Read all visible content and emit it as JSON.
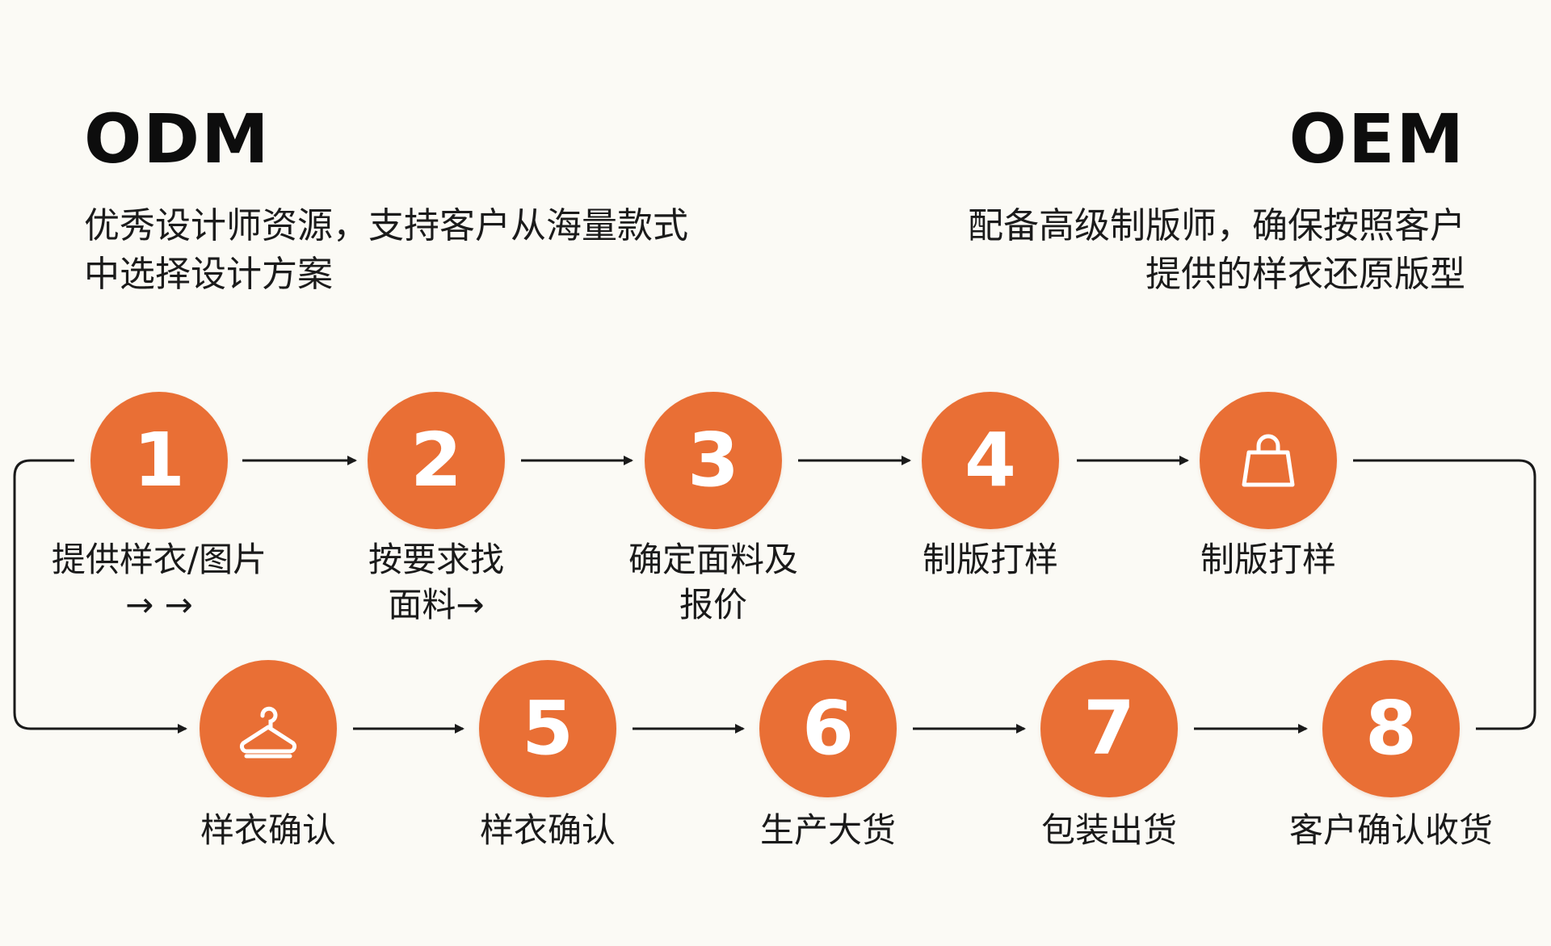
{
  "odm": {
    "title": "ODM",
    "desc_line1": "优秀设计师资源，支持客户从海量款式",
    "desc_line2": "中选择设计方案"
  },
  "oem": {
    "title": "OEM",
    "desc_line1": "配备高级制版师，确保按照客户",
    "desc_line2": "提供的样衣还原版型"
  },
  "colors": {
    "node_fill": "#e96f35",
    "node_text": "#ffffff",
    "line": "#1a1a1a"
  },
  "top_row": [
    {
      "badge": "1",
      "label_line1": "提供样衣/图片",
      "label_line2": "→ →"
    },
    {
      "badge": "2",
      "label_line1": "按要求找",
      "label_line2": "面料→"
    },
    {
      "badge": "3",
      "label_line1": "确定面料及",
      "label_line2": "报价"
    },
    {
      "badge": "4",
      "label_line1": "制版打样",
      "label_line2": ""
    },
    {
      "icon": "shopping-bag-icon",
      "label_line1": "制版打样",
      "label_line2": ""
    }
  ],
  "bottom_row": [
    {
      "icon": "garment-hanger-icon",
      "label": "样衣确认"
    },
    {
      "badge": "5",
      "label": "样衣确认"
    },
    {
      "badge": "6",
      "label": "生产大货"
    },
    {
      "badge": "7",
      "label": "包装出货"
    },
    {
      "badge": "8",
      "label": "客户确认收货"
    }
  ]
}
